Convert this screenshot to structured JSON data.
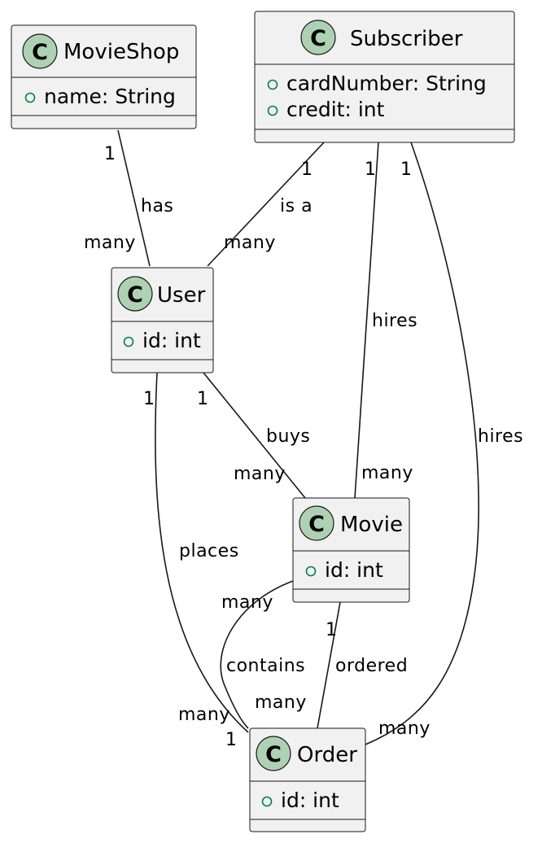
{
  "classes": {
    "movieshop": {
      "name": "MovieShop",
      "badge": "C",
      "attrs": [
        "name: String"
      ]
    },
    "subscriber": {
      "name": "Subscriber",
      "badge": "C",
      "attrs": [
        "cardNumber: String",
        "credit: int"
      ]
    },
    "user": {
      "name": "User",
      "badge": "C",
      "attrs": [
        "id: int"
      ]
    },
    "movie": {
      "name": "Movie",
      "badge": "C",
      "attrs": [
        "id: int"
      ]
    },
    "order": {
      "name": "Order",
      "badge": "C",
      "attrs": [
        "id: int"
      ]
    }
  },
  "relations": {
    "shop_user": {
      "label": "has",
      "from_mult": "1",
      "to_mult": "many"
    },
    "sub_user": {
      "label": "is a",
      "from_mult": "1",
      "to_mult": "many"
    },
    "sub_movie": {
      "label": "hires",
      "from_mult": "1",
      "to_mult": "many"
    },
    "sub_order": {
      "label": "hires",
      "from_mult": "1",
      "to_mult": "many"
    },
    "user_movie": {
      "label": "buys",
      "from_mult": "1",
      "to_mult": "many"
    },
    "user_order": {
      "label": "places",
      "from_mult": "1",
      "to_mult": "many"
    },
    "movie_order_cont": {
      "label": "contains",
      "from_mult": "many",
      "to_mult": "1"
    },
    "movie_order_ord": {
      "label": "ordered",
      "from_mult": "1",
      "to_mult": "many"
    }
  },
  "colors": {
    "badge_fill": "#ADD1B2",
    "box_fill": "#F1F1F1",
    "visibility_public": "#038048",
    "line": "#181818"
  }
}
